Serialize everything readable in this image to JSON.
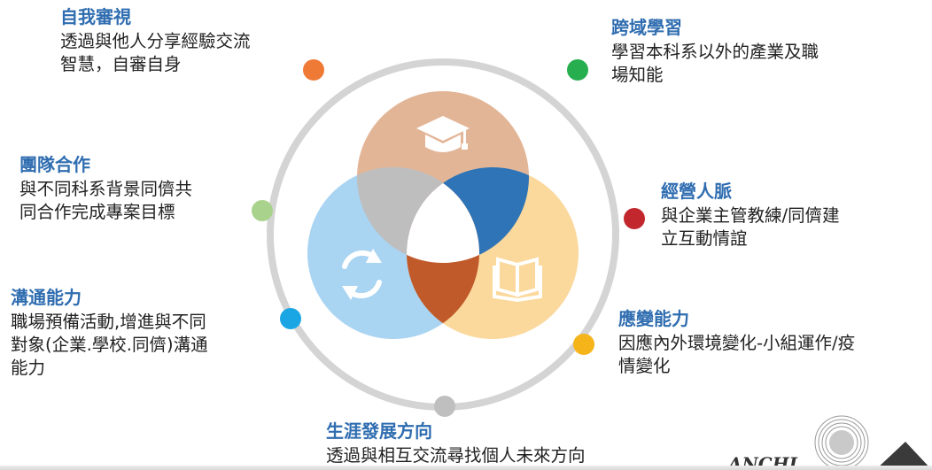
{
  "colors": {
    "ring": "#d4d4d4",
    "title": "#2f6db0",
    "circle_top": "#e3b597",
    "circle_left": "#a9d4f2",
    "circle_right": "#fbd89b",
    "overlap_top_left": "#bebebe",
    "overlap_top_right": "#2f74b6",
    "overlap_left_right": "#c05a2a",
    "overlap_center": "#ffffff"
  },
  "center_icons": [
    "graduation-cap-icon",
    "refresh-icon",
    "open-book-icon"
  ],
  "items": [
    {
      "title": "自我審視",
      "desc": [
        "透過與他人分享經驗交流",
        "智慧，自審自身"
      ],
      "dot_color": "#ef7a35"
    },
    {
      "title": "跨域學習",
      "desc": [
        "學習本科系以外的產業及職",
        "場知能"
      ],
      "dot_color": "#27ae4f"
    },
    {
      "title": "團隊合作",
      "desc": [
        "與不同科系背景同儕共",
        "同合作完成專案目標"
      ],
      "dot_color": "#a9d38c"
    },
    {
      "title": "經營人脈",
      "desc": [
        "與企業主管教練/同儕建",
        "立互動情誼"
      ],
      "dot_color": "#c1272d"
    },
    {
      "title": "溝通能力",
      "desc": [
        "職場預備活動,增進與不同",
        "對象(企業.學校.同儕)溝通",
        "能力"
      ],
      "dot_color": "#1aa6e4"
    },
    {
      "title": "應變能力",
      "desc": [
        "因應內外環境變化-小組運作/疫",
        "情變化"
      ],
      "dot_color": "#f4b41a"
    },
    {
      "title": "生涯發展方向",
      "desc": [
        "透過與相互交流尋找個人未來方向"
      ],
      "dot_color": "#bfbfbf"
    }
  ],
  "logo_text": "ANCHI"
}
